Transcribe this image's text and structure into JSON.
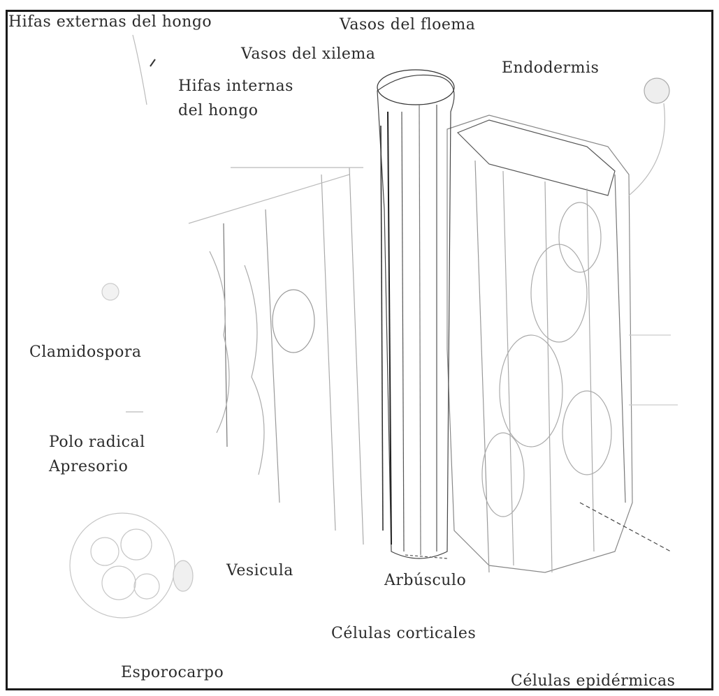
{
  "labels": {
    "hifas_externas": "Hifas externas del hongo",
    "vasos_floema": "Vasos del floema",
    "vasos_xilema": "Vasos del xilema",
    "endodermis": "Endodermis",
    "hifas_internas_1": "Hifas internas",
    "hifas_internas_2": "del hongo",
    "clamidospora": "Clamidospora",
    "polo_radical_1": "Polo radical",
    "polo_radical_2": "Apresorio",
    "vesicula": "Vesicula",
    "arbusculo": "Arbúsculo",
    "celulas_corticales": "Células corticales",
    "esporocarpo": "Esporocarpo",
    "celulas_epidermicas": "Células epidérmicas"
  }
}
